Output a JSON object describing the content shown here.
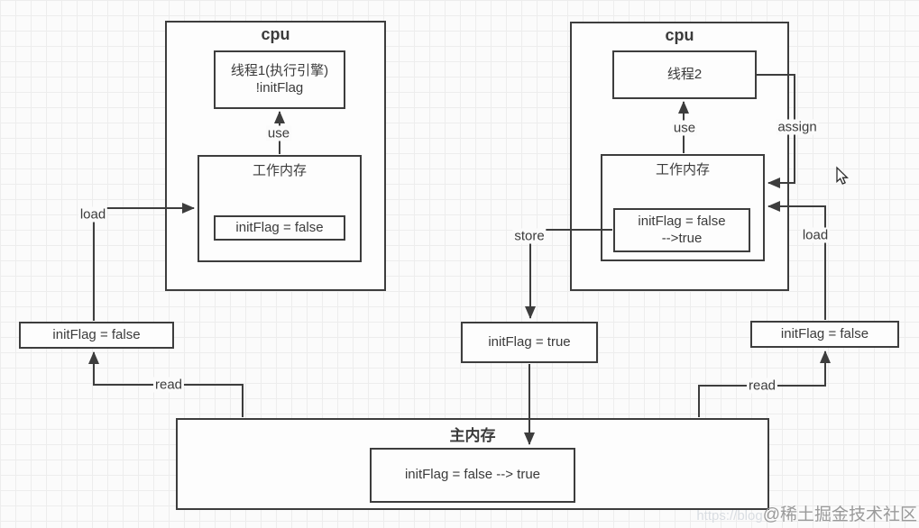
{
  "canvas": {
    "background": "#fbfbfb",
    "grid_color": "#ededed",
    "line_color": "#3d3d3d"
  },
  "left_cpu": {
    "title": "cpu",
    "thread": {
      "line1": "线程1(执行引擎)",
      "line2": "!initFlag"
    },
    "working_memory": {
      "title": "工作内存",
      "flag": "initFlag = false"
    }
  },
  "right_cpu": {
    "title": "cpu",
    "thread": {
      "label": "线程2"
    },
    "working_memory": {
      "title": "工作内存",
      "flag_line1": "initFlag = false",
      "flag_line2": "-->true"
    }
  },
  "cache_boxes": {
    "left_flag": "initFlag = false",
    "middle_flag": "initFlag = true",
    "right_flag": "initFlag = false"
  },
  "main_memory": {
    "title": "主内存",
    "flag": "initFlag = false --> true"
  },
  "edge_labels": {
    "use_left": "use",
    "use_right": "use",
    "load_left": "load",
    "load_right": "load",
    "store": "store",
    "read_left": "read",
    "read_right": "read",
    "assign": "assign"
  },
  "watermark": {
    "prefix": "https://blog",
    "handle": "@稀土掘金技术社区"
  }
}
